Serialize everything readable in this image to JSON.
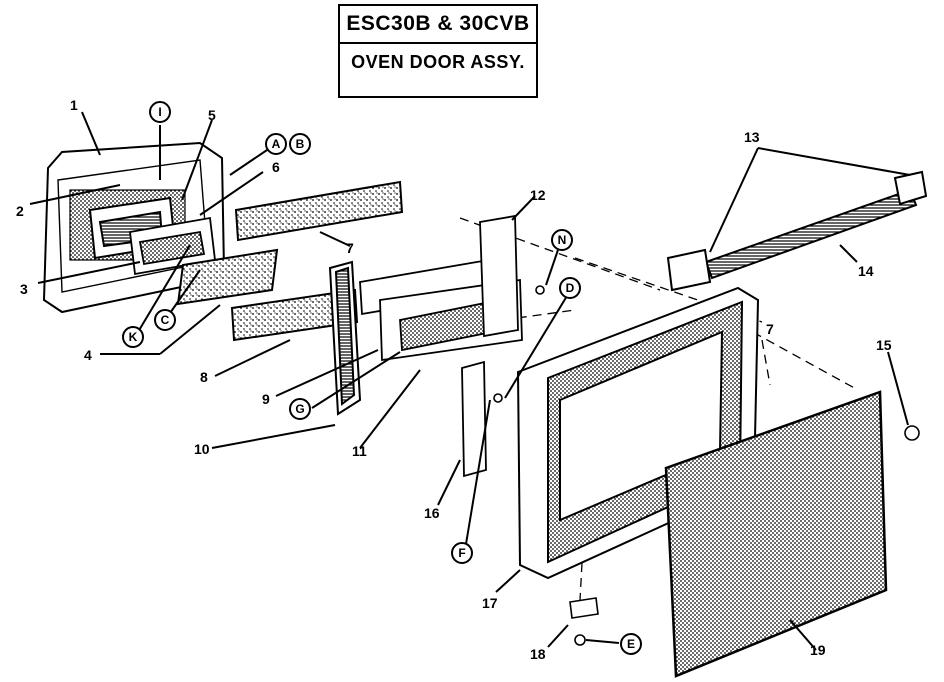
{
  "title": {
    "model": "ESC30B & 30CVB",
    "subtitle": "OVEN DOOR ASSY."
  },
  "part_numbers": [
    "1",
    "2",
    "3",
    "4",
    "5",
    "6",
    "7",
    "7",
    "8",
    "9",
    "10",
    "11",
    "12",
    "13",
    "14",
    "15",
    "16",
    "17",
    "18",
    "19"
  ],
  "callout_letters": [
    "I",
    "A",
    "B",
    "K",
    "C",
    "G",
    "N",
    "D",
    "F",
    "E"
  ],
  "colors": {
    "ink": "#000000",
    "paper": "#ffffff"
  }
}
